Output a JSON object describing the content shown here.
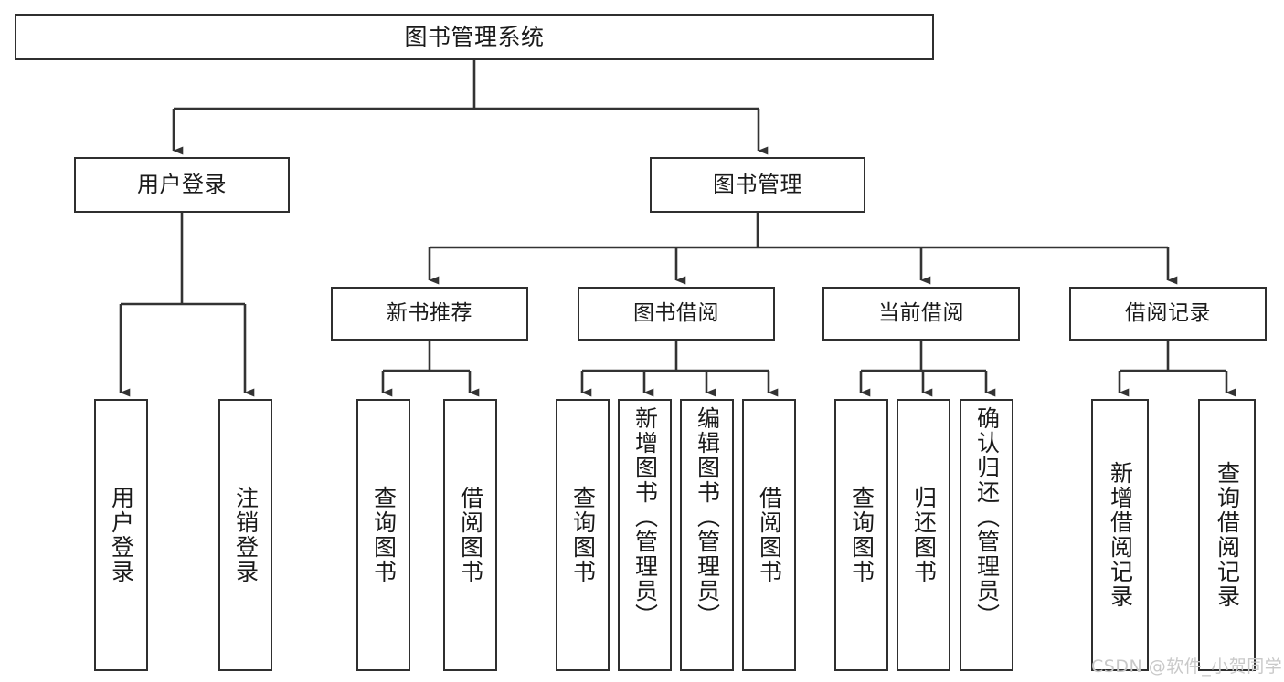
{
  "diagram": {
    "type": "tree-hierarchy-chart",
    "title": "图书管理系统",
    "colors": {
      "box_border": "#2f2f2f",
      "box_fill": "#ffffff",
      "connector": "#333333",
      "text": "#1a1a1a",
      "watermark": "#c9c9c9",
      "background": "#ffffff"
    },
    "root": {
      "label": "图书管理系统"
    },
    "tier2": [
      {
        "label": "用户登录"
      },
      {
        "label": "图书管理"
      }
    ],
    "tier3": [
      {
        "label": "新书推荐"
      },
      {
        "label": "图书借阅"
      },
      {
        "label": "当前借阅"
      },
      {
        "label": "借阅记录"
      }
    ],
    "leaves": {
      "user_login": [
        {
          "label": "用户登录"
        },
        {
          "label": "注销登录"
        }
      ],
      "new_book": [
        {
          "label": "查询图书"
        },
        {
          "label": "借阅图书"
        }
      ],
      "book_borrow": [
        {
          "label": "查询图书"
        },
        {
          "label": "新增图书（管理员）"
        },
        {
          "label": "编辑图书（管理员）"
        },
        {
          "label": "借阅图书"
        }
      ],
      "current_borrow": [
        {
          "label": "查询图书"
        },
        {
          "label": "归还图书"
        },
        {
          "label": "确认归还（管理员）"
        }
      ],
      "borrow_record": [
        {
          "label": "新增借阅记录"
        },
        {
          "label": "查询借阅记录"
        }
      ]
    }
  },
  "watermark": {
    "text": "CSDN @软件_小贺同学"
  }
}
